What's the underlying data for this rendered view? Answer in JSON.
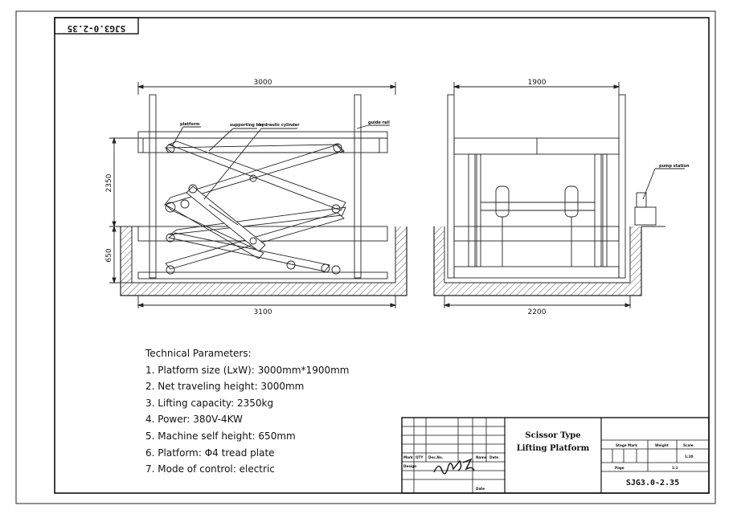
{
  "drawing_code_mirrored": "SJG3.0-2.35",
  "side_view": {
    "dim_width_top": "3000",
    "dim_height_lift": "2350",
    "dim_height_self": "650",
    "dim_width_bottom": "3100",
    "label_platform": "platform",
    "label_supporting_bar": "supporting bar",
    "label_hydraulic_cylinder": "hydraulic cylinder",
    "label_guide_rail": "guide rail"
  },
  "end_view": {
    "dim_width_top": "1900",
    "dim_width_bottom": "2200",
    "label_pump_station": "pump station"
  },
  "technical_parameters": {
    "heading": "Technical Parameters:",
    "items": [
      "1. Platform size (LxW): 3000mm*1900mm",
      "2. Net traveling height: 3000mm",
      "3. Lifting capacity: 2350kg",
      "4. Power: 380V-4KW",
      "5. Machine self height: 650mm",
      "6. Platform: Φ4 tread plate",
      "7. Mode of control: electric"
    ]
  },
  "title_block": {
    "title_line1": "Scissor Type",
    "title_line2": "Lifting Platform",
    "mark": "Mark",
    "qty": "QTY",
    "doc_no": "Doc.No.",
    "name": "Name",
    "date": "Date",
    "design": "Design",
    "date2": "Date",
    "stage_mark": "Stage Mark",
    "weight": "Weight",
    "scale": "Scale",
    "scale_value": "1:20",
    "page": "Page",
    "page_value": "1:1",
    "drawing_no": "SJG3.0-2.35"
  }
}
